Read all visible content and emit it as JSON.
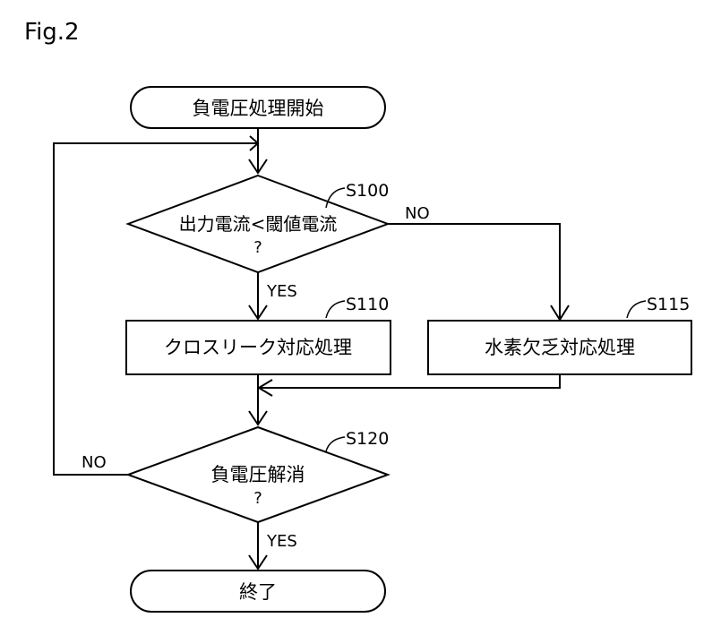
{
  "figure_label": "Fig.2",
  "nodes": {
    "start": {
      "text": "負電圧処理開始"
    },
    "decision1": {
      "line1": "出力電流<閾値電流",
      "line2": "?",
      "step": "S100"
    },
    "process1": {
      "text": "クロスリーク対応処理",
      "step": "S110"
    },
    "process2": {
      "text": "水素欠乏対応処理",
      "step": "S115"
    },
    "decision2": {
      "line1": "負電圧解消",
      "line2": "?",
      "step": "S120"
    },
    "end": {
      "text": "終了"
    }
  },
  "edges": {
    "d1_yes": "YES",
    "d1_no": "NO",
    "d2_yes": "YES",
    "d2_no": "NO"
  }
}
